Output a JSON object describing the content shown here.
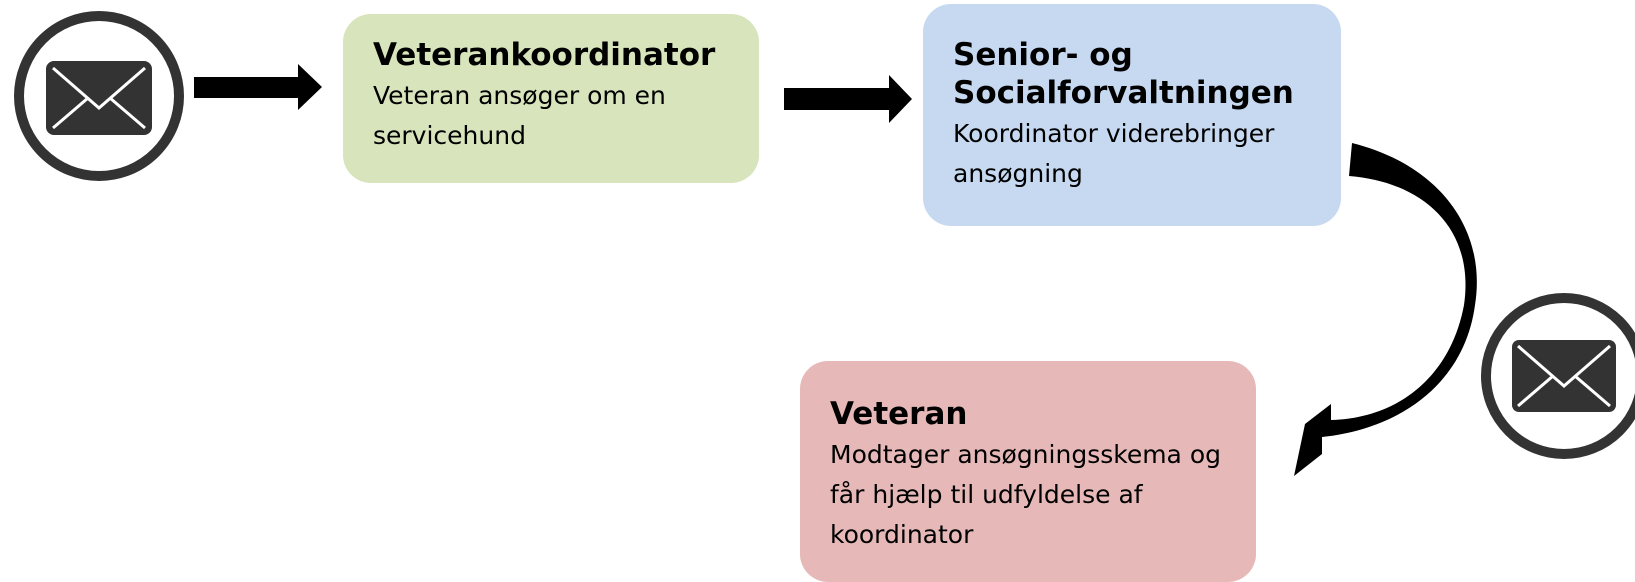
{
  "colors": {
    "box_1": "#d8e4bc",
    "box_2": "#c6d9f1",
    "box_3": "#e6b9b8",
    "icon": "#333333",
    "arrow": "#000000"
  },
  "icons": [
    "envelope-icon",
    "envelope-icon"
  ],
  "steps": [
    {
      "title": "Veterankoordinator",
      "text": "Veteran ansøger om en servicehund"
    },
    {
      "title": "Senior- og Socialforvaltningen",
      "text": "Koordinator viderebringer ansøgning"
    },
    {
      "title": "Veteran",
      "text": "Modtager ansøgningsskema og får hjælp til udfyldelse af koordinator"
    }
  ]
}
